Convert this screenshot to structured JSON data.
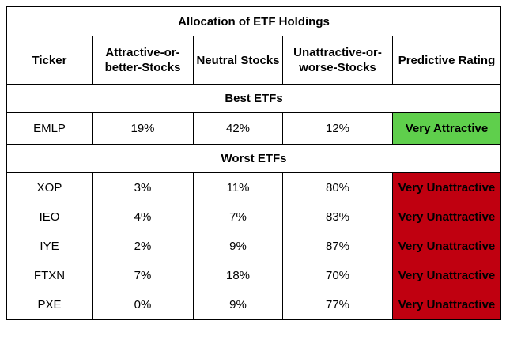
{
  "title": "Allocation of ETF Holdings",
  "headers": [
    "Ticker",
    "Attractive-or-better-Stocks",
    "Neutral Stocks",
    "Unattractive-or-worse-Stocks",
    "Predictive Rating"
  ],
  "best_label": "Best ETFs",
  "worst_label": "Worst ETFs",
  "colors": {
    "very_attractive": "#5fcf4c",
    "very_unattractive": "#c00010"
  },
  "best": [
    {
      "ticker": "EMLP",
      "attractive": "19%",
      "neutral": "42%",
      "unattractive": "12%",
      "rating": "Very Attractive"
    }
  ],
  "worst": [
    {
      "ticker": "XOP",
      "attractive": "3%",
      "neutral": "11%",
      "unattractive": "80%",
      "rating": "Very Unattractive"
    },
    {
      "ticker": "IEO",
      "attractive": "4%",
      "neutral": "7%",
      "unattractive": "83%",
      "rating": "Very Unattractive"
    },
    {
      "ticker": "IYE",
      "attractive": "2%",
      "neutral": "9%",
      "unattractive": "87%",
      "rating": "Very Unattractive"
    },
    {
      "ticker": "FTXN",
      "attractive": "7%",
      "neutral": "18%",
      "unattractive": "70%",
      "rating": "Very Unattractive"
    },
    {
      "ticker": "PXE",
      "attractive": "0%",
      "neutral": "9%",
      "unattractive": "77%",
      "rating": "Very Unattractive"
    }
  ]
}
